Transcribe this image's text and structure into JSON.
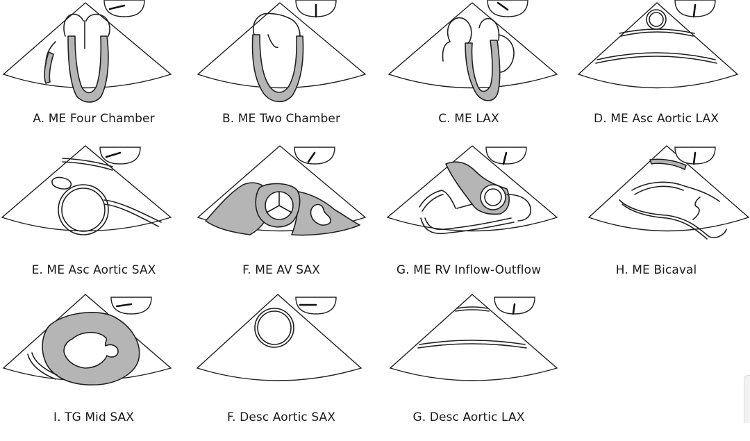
{
  "views": [
    {
      "label": "A. ME Four Chamber",
      "probe_angle": 0
    },
    {
      "label": "B.  ME Two Chamber",
      "probe_angle": 90
    },
    {
      "label": "C. ME LAX",
      "probe_angle": 135
    },
    {
      "label": "D. ME Asc Aortic LAX",
      "probe_angle": 100
    },
    {
      "label": "E. ME Asc Aortic SAX",
      "probe_angle": 20
    },
    {
      "label": "F.  ME AV SAX",
      "probe_angle": 35
    },
    {
      "label": "G. ME RV Inflow-Outflow",
      "probe_angle": 70
    },
    {
      "label": "H. ME Bicaval",
      "probe_angle": 100
    },
    {
      "label": "I. TG Mid SAX",
      "probe_angle": 10
    },
    {
      "label": "F.  Desc Aortic SAX",
      "probe_angle": 0
    },
    {
      "label": "G. Desc Aortic LAX",
      "probe_angle": 90
    }
  ]
}
